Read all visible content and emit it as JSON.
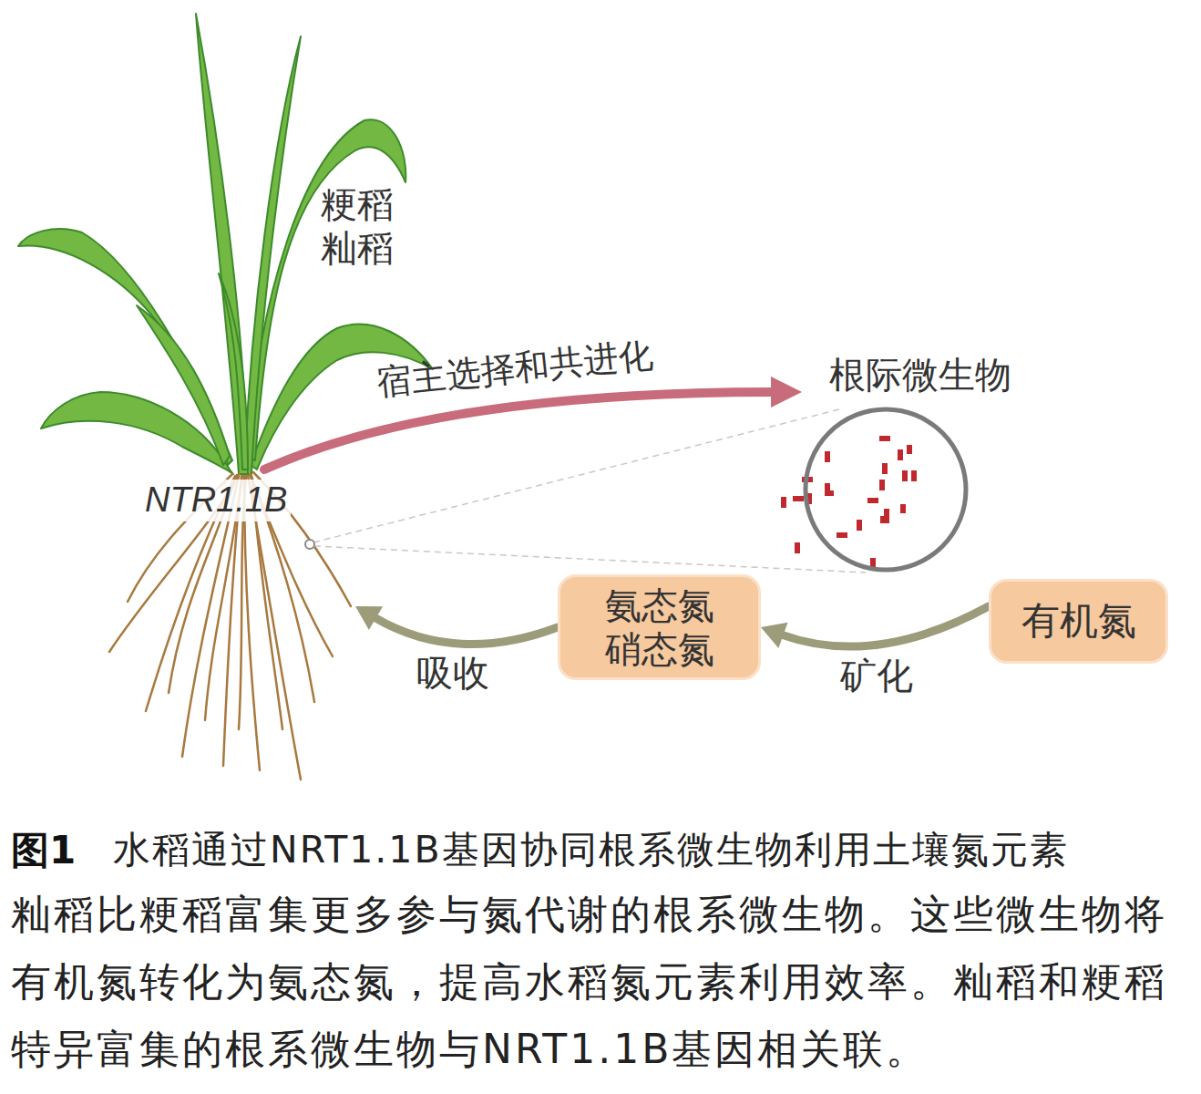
{
  "diagram": {
    "title": "水稻通过NRT1.1B基因协同根系微生物利用土壤氮元素",
    "caption": "籼稻比粳稻富集更多参与氮代谢的根系微生物。这些微生物将有机氮转化为氨态氮，提高水稻氮元素利用效率。籼稻和粳稻特异富集的根系微生物与NRT1.1B基因相关联。",
    "nodes": [
      {
        "text": [
          "粳稻 籼稻",
          "NTR1.1B"
        ]
      },
      {
        "text": [
          "根际微生物"
        ]
      },
      {
        "text": [
          "氨态氮 硝态氮"
        ]
      },
      {
        "text": [
          "有机氮"
        ]
      }
    ],
    "edges": [
      {
        "from": 0,
        "to": 1,
        "label": "宿主选择和共进化",
        "arrow": "to"
      },
      {
        "from": 3,
        "to": 2,
        "label": "矿化",
        "arrow": "to"
      },
      {
        "from": 2,
        "to": 0,
        "label": "吸收",
        "arrow": "to"
      }
    ],
    "labels": [
      "图1"
    ]
  }
}
